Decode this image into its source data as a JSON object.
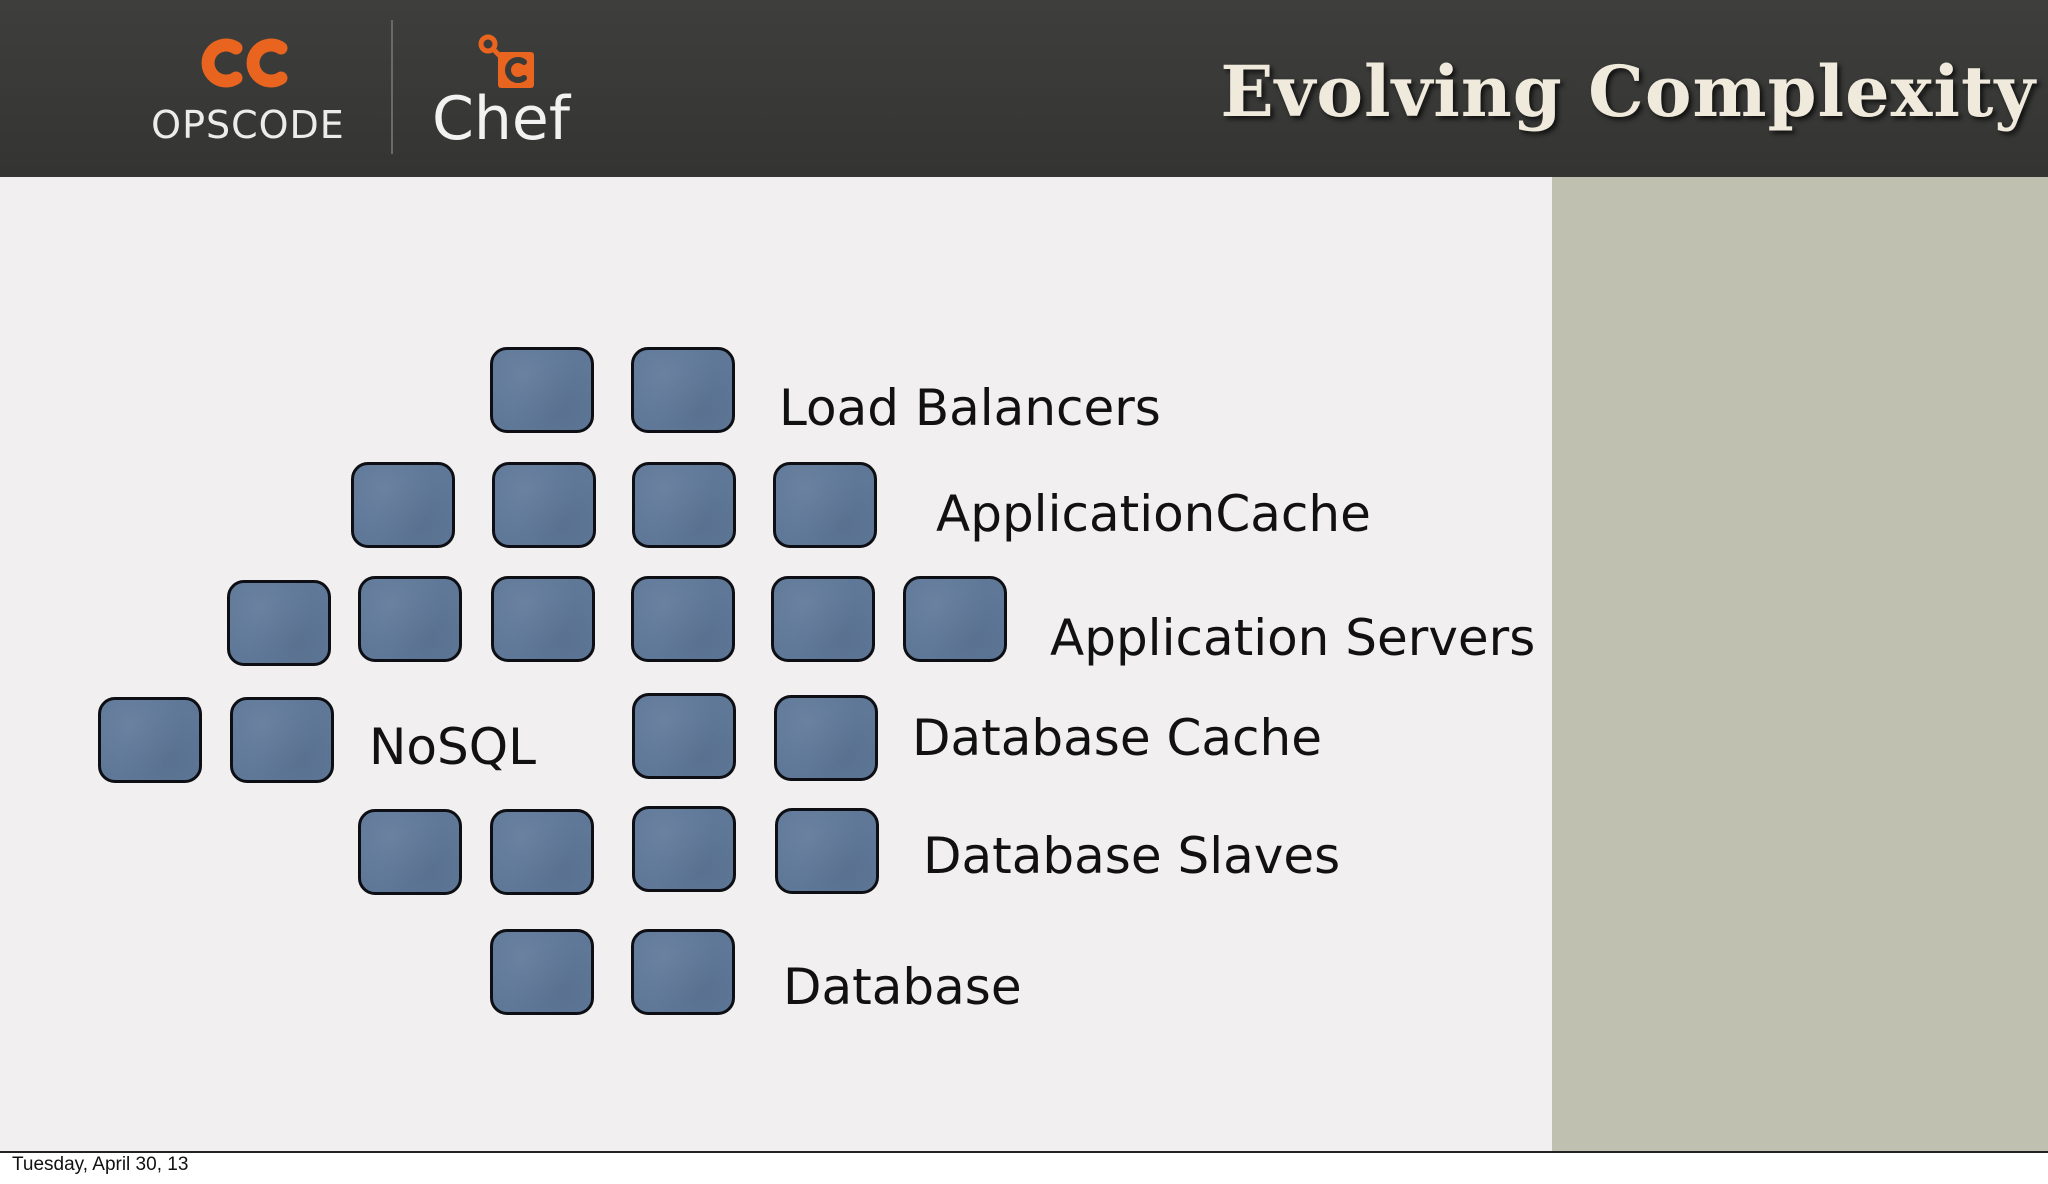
{
  "header": {
    "opscode_label": "OPSCODE",
    "chef_label": "Chef",
    "title": "Evolving Complexity"
  },
  "tiers": {
    "load_balancers": "Load Balancers",
    "application_cache": "ApplicationCache",
    "application_servers": "Application Servers",
    "nosql": "NoSQL",
    "database_cache": "Database Cache",
    "database_slaves": "Database Slaves",
    "database": "Database"
  },
  "footer": {
    "date": "Tuesday, April 30, 13"
  },
  "colors": {
    "header_bg": "#3a3a38",
    "brand_orange": "#e8641f",
    "server_fill": "#5f7898",
    "content_bg": "#f1eff0",
    "side_panel_bg": "#bfc0b0"
  },
  "icons": [
    "opscode-logo-icon",
    "chef-logo-icon"
  ]
}
